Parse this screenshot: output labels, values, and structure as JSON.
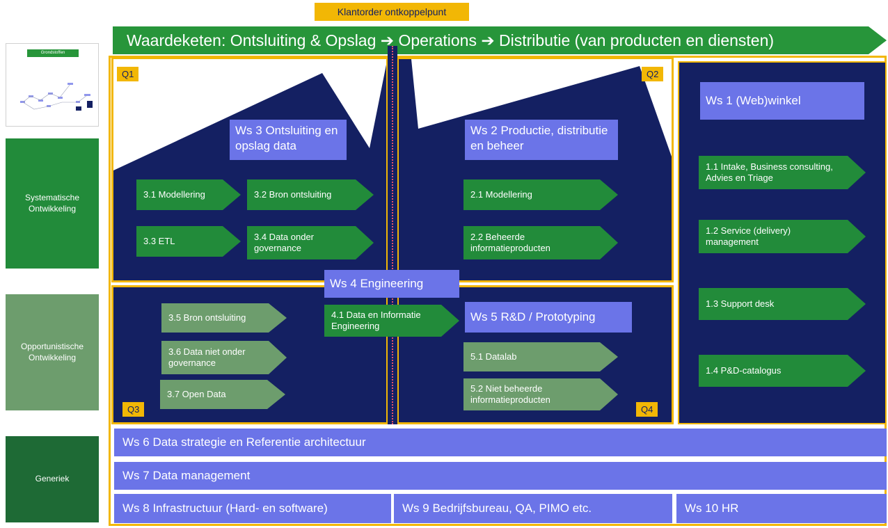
{
  "top_label": "Klantorder ontkoppelpunt",
  "banner": "Waardeketen: Ontsluiting & Opslag ➔ Operations ➔ Distributie (van producten en diensten)",
  "thumbnail": {
    "title": "Grondstoffen"
  },
  "side_labels": [
    "Systematische Ontwikkeling",
    "Opportunistische Ontwikkeling",
    "Generiek"
  ],
  "quadrants": {
    "q1": "Q1",
    "q2": "Q2",
    "q3": "Q3",
    "q4": "Q4"
  },
  "ws3": {
    "title": "Ws 3 Ontsluiting en opslag data",
    "items": [
      "3.1 Modellering",
      "3.2 Bron ontsluiting",
      "3.3 ETL",
      "3.4 Data onder governance",
      "3.5 Bron ontsluiting",
      "3.6 Data niet onder governance",
      "3.7 Open Data"
    ]
  },
  "ws2": {
    "title": "Ws 2 Productie, distributie en beheer",
    "items": [
      "2.1 Modellering",
      "2.2 Beheerde informatieproducten"
    ]
  },
  "ws1": {
    "title": "Ws 1 (Web)winkel",
    "items": [
      "1.1 Intake, Business consulting, Advies en Triage",
      "1.2 Service (delivery) management",
      "1.3 Support desk",
      "1.4 P&D-catalogus"
    ]
  },
  "ws4": {
    "title": "Ws 4 Engineering",
    "items": [
      "4.1 Data en Informatie Engineering"
    ]
  },
  "ws5": {
    "title": "Ws 5 R&D / Prototyping",
    "items": [
      "5.1 Datalab",
      "5.2 Niet beheerde informatieproducten"
    ]
  },
  "bars": {
    "ws6": "Ws 6 Data strategie en Referentie architectuur",
    "ws7": "Ws 7 Data management",
    "ws8": "Ws 8 Infrastructuur (Hard- en software)",
    "ws9": "Ws 9 Bedrijfsbureau, QA, PIMO etc.",
    "ws10": "Ws 10 HR"
  },
  "colors": {
    "navy": "#142062",
    "gold": "#f2b705",
    "workstream_blue": "#6b74e8",
    "green_systematic": "#228b3a",
    "green_opportunistic": "#6d9d6d",
    "green_generic": "#1e6a35"
  }
}
